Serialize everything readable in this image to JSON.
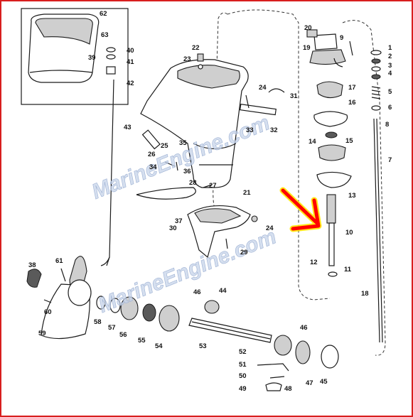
{
  "watermark": "MarineEngine.com",
  "labels": [
    "1",
    "2",
    "3",
    "4",
    "5",
    "6",
    "7",
    "8",
    "9",
    "10",
    "11",
    "12",
    "13",
    "14",
    "15",
    "16",
    "17",
    "18",
    "19",
    "20",
    "21",
    "22",
    "23",
    "24",
    "24",
    "25",
    "26",
    "27",
    "28",
    "29",
    "30",
    "31",
    "32",
    "33",
    "34",
    "35",
    "36",
    "37",
    "38",
    "39",
    "40",
    "41",
    "42",
    "43",
    "44",
    "45",
    "46",
    "46",
    "47",
    "48",
    "49",
    "50",
    "51",
    "52",
    "53",
    "54",
    "55",
    "56",
    "57",
    "58",
    "59",
    "60",
    "61",
    "62",
    "63"
  ],
  "colors": {
    "frame": "#d81e1e",
    "highlight_arrow": "#ff0000",
    "highlight_glow": "#ffe600",
    "watermark": "#b9c9e6"
  }
}
